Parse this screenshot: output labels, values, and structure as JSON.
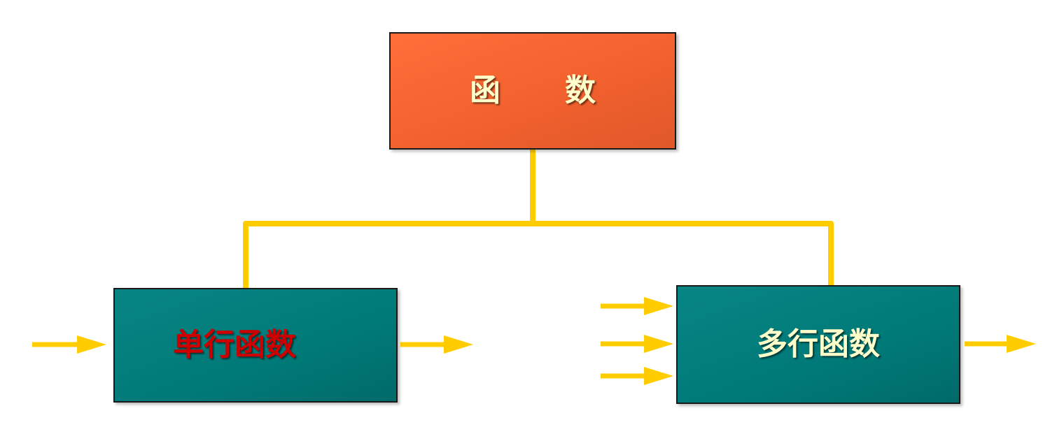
{
  "nodes": {
    "root": {
      "label": "函      数",
      "text_color": "#ffffcc"
    },
    "single_row": {
      "label": "单行函数",
      "text_color": "#cc0000"
    },
    "multi_row": {
      "label": "多行函数",
      "text_color": "#ffffcc"
    }
  },
  "colors": {
    "connector": "#ffcc00",
    "arrow": "#ffcc00",
    "root_fill": "#f26531",
    "leaf_fill": "#007a78"
  },
  "arrows": {
    "single_row_inputs": 1,
    "single_row_outputs": 1,
    "multi_row_inputs": 3,
    "multi_row_outputs": 1
  }
}
